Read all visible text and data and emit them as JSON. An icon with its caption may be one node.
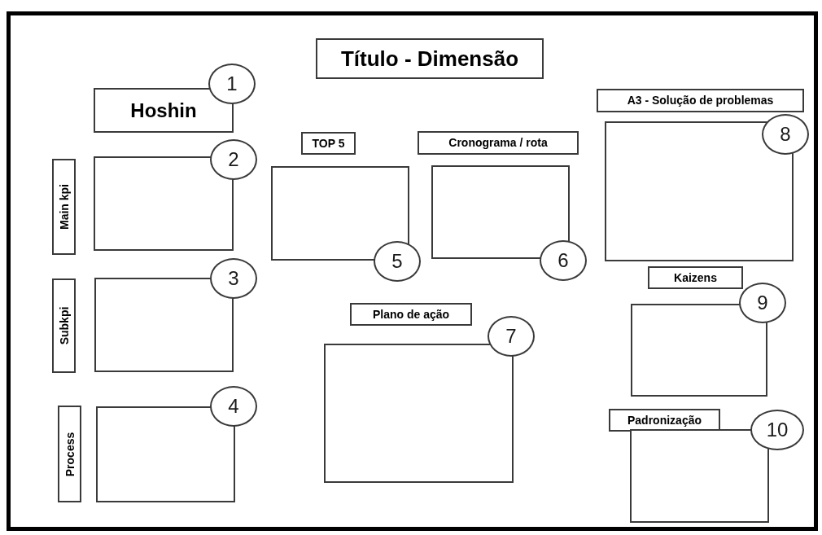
{
  "diagram": {
    "nodes": [
      {
        "text": [
          "Título - Dimensão"
        ]
      },
      {
        "text": [
          "Hoshin"
        ]
      },
      {
        "text": [
          "1"
        ]
      },
      {
        "text": [
          "Main kpi"
        ]
      },
      {
        "text": [],
        "shape": "box"
      },
      {
        "text": [
          "2"
        ]
      },
      {
        "text": [
          "Subkpi"
        ]
      },
      {
        "text": [],
        "shape": "box"
      },
      {
        "text": [
          "3"
        ]
      },
      {
        "text": [
          "Process"
        ]
      },
      {
        "text": [],
        "shape": "box"
      },
      {
        "text": [
          "4"
        ]
      },
      {
        "text": [
          "TOP 5"
        ]
      },
      {
        "text": [],
        "shape": "box"
      },
      {
        "text": [
          "5"
        ]
      },
      {
        "text": [
          "Cronograma / rota"
        ]
      },
      {
        "text": [],
        "shape": "box"
      },
      {
        "text": [
          "6"
        ]
      },
      {
        "text": [
          "A3 - Solução de problemas"
        ]
      },
      {
        "text": [],
        "shape": "box"
      },
      {
        "text": [
          "8"
        ]
      },
      {
        "text": [
          "Plano de ação"
        ]
      },
      {
        "text": [],
        "shape": "box"
      },
      {
        "text": [
          "7"
        ]
      },
      {
        "text": [
          "Kaizens"
        ]
      },
      {
        "text": [],
        "shape": "box"
      },
      {
        "text": [
          "9"
        ]
      },
      {
        "text": [
          "Padronização"
        ]
      },
      {
        "text": [],
        "shape": "box"
      },
      {
        "text": [
          "10"
        ]
      }
    ]
  }
}
